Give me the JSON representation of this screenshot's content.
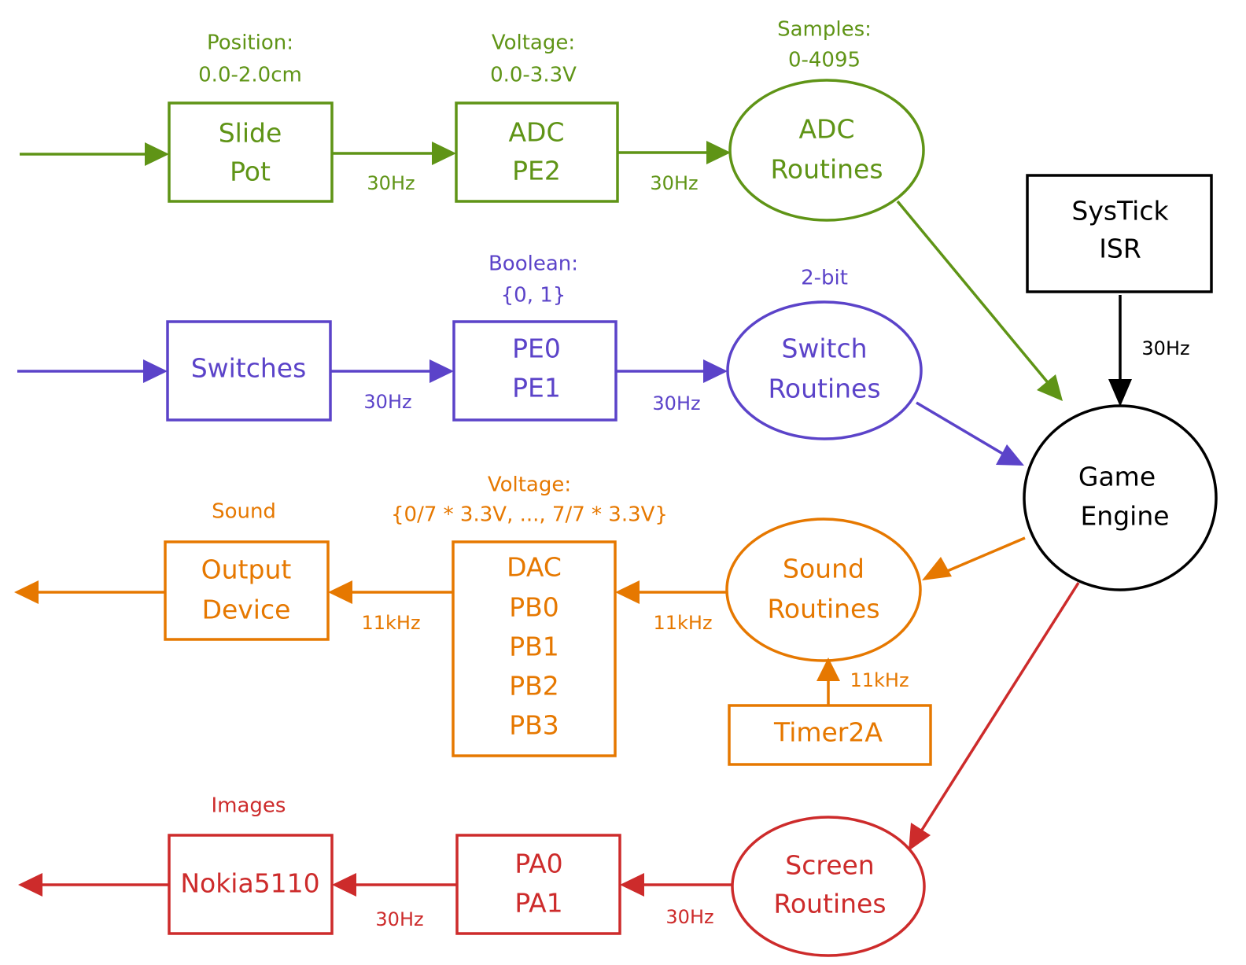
{
  "colors": {
    "green": "#5f9416",
    "purple": "#5b43c9",
    "orange": "#e67800",
    "red": "#cd2b2b",
    "black": "#000000"
  },
  "nodes": {
    "slide_pot": {
      "lines": [
        "Slide",
        "Pot"
      ],
      "label": [
        "Position:",
        "0.0-2.0cm"
      ]
    },
    "adc_pe2": {
      "lines": [
        "ADC",
        "PE2"
      ],
      "label": [
        "Voltage:",
        "0.0-3.3V"
      ]
    },
    "adc_routines": {
      "lines": [
        "ADC",
        "Routines"
      ],
      "label": [
        "Samples:",
        "0-4095"
      ]
    },
    "systick": {
      "lines": [
        "SysTick",
        "ISR"
      ]
    },
    "switches": {
      "lines": [
        "Switches"
      ]
    },
    "pe0_pe1": {
      "lines": [
        "PE0",
        "PE1"
      ],
      "label": [
        "Boolean:",
        "{0, 1}"
      ]
    },
    "switch_routines": {
      "lines": [
        "Switch",
        "Routines"
      ],
      "label": [
        "2-bit"
      ]
    },
    "game_engine": {
      "lines": [
        "Game",
        "Engine"
      ]
    },
    "output_device": {
      "lines": [
        "Output",
        "Device"
      ],
      "label": [
        "Sound"
      ]
    },
    "dac": {
      "lines": [
        "DAC",
        "PB0",
        "PB1",
        "PB2",
        "PB3"
      ],
      "label": [
        "Voltage:",
        "{0/7 * 3.3V, ..., 7/7 * 3.3V}"
      ]
    },
    "sound_routines": {
      "lines": [
        "Sound",
        "Routines"
      ]
    },
    "timer2a": {
      "lines": [
        "Timer2A"
      ]
    },
    "nokia": {
      "lines": [
        "Nokia5110"
      ],
      "label": [
        "Images"
      ]
    },
    "pa0_pa1": {
      "lines": [
        "PA0",
        "PA1"
      ]
    },
    "screen_routines": {
      "lines": [
        "Screen",
        "Routines"
      ]
    }
  },
  "edges": {
    "in_slide": "",
    "slide_adc": "30Hz",
    "adc_routines": "30Hz",
    "systick_engine": "30Hz",
    "in_switch": "",
    "switch_pe": "30Hz",
    "pe_routines": "30Hz",
    "dac_output": "11kHz",
    "sound_dac": "11kHz",
    "timer_sound": "11kHz",
    "nokia_out": "",
    "pa_nokia": "30Hz",
    "screen_pa": "30Hz"
  }
}
